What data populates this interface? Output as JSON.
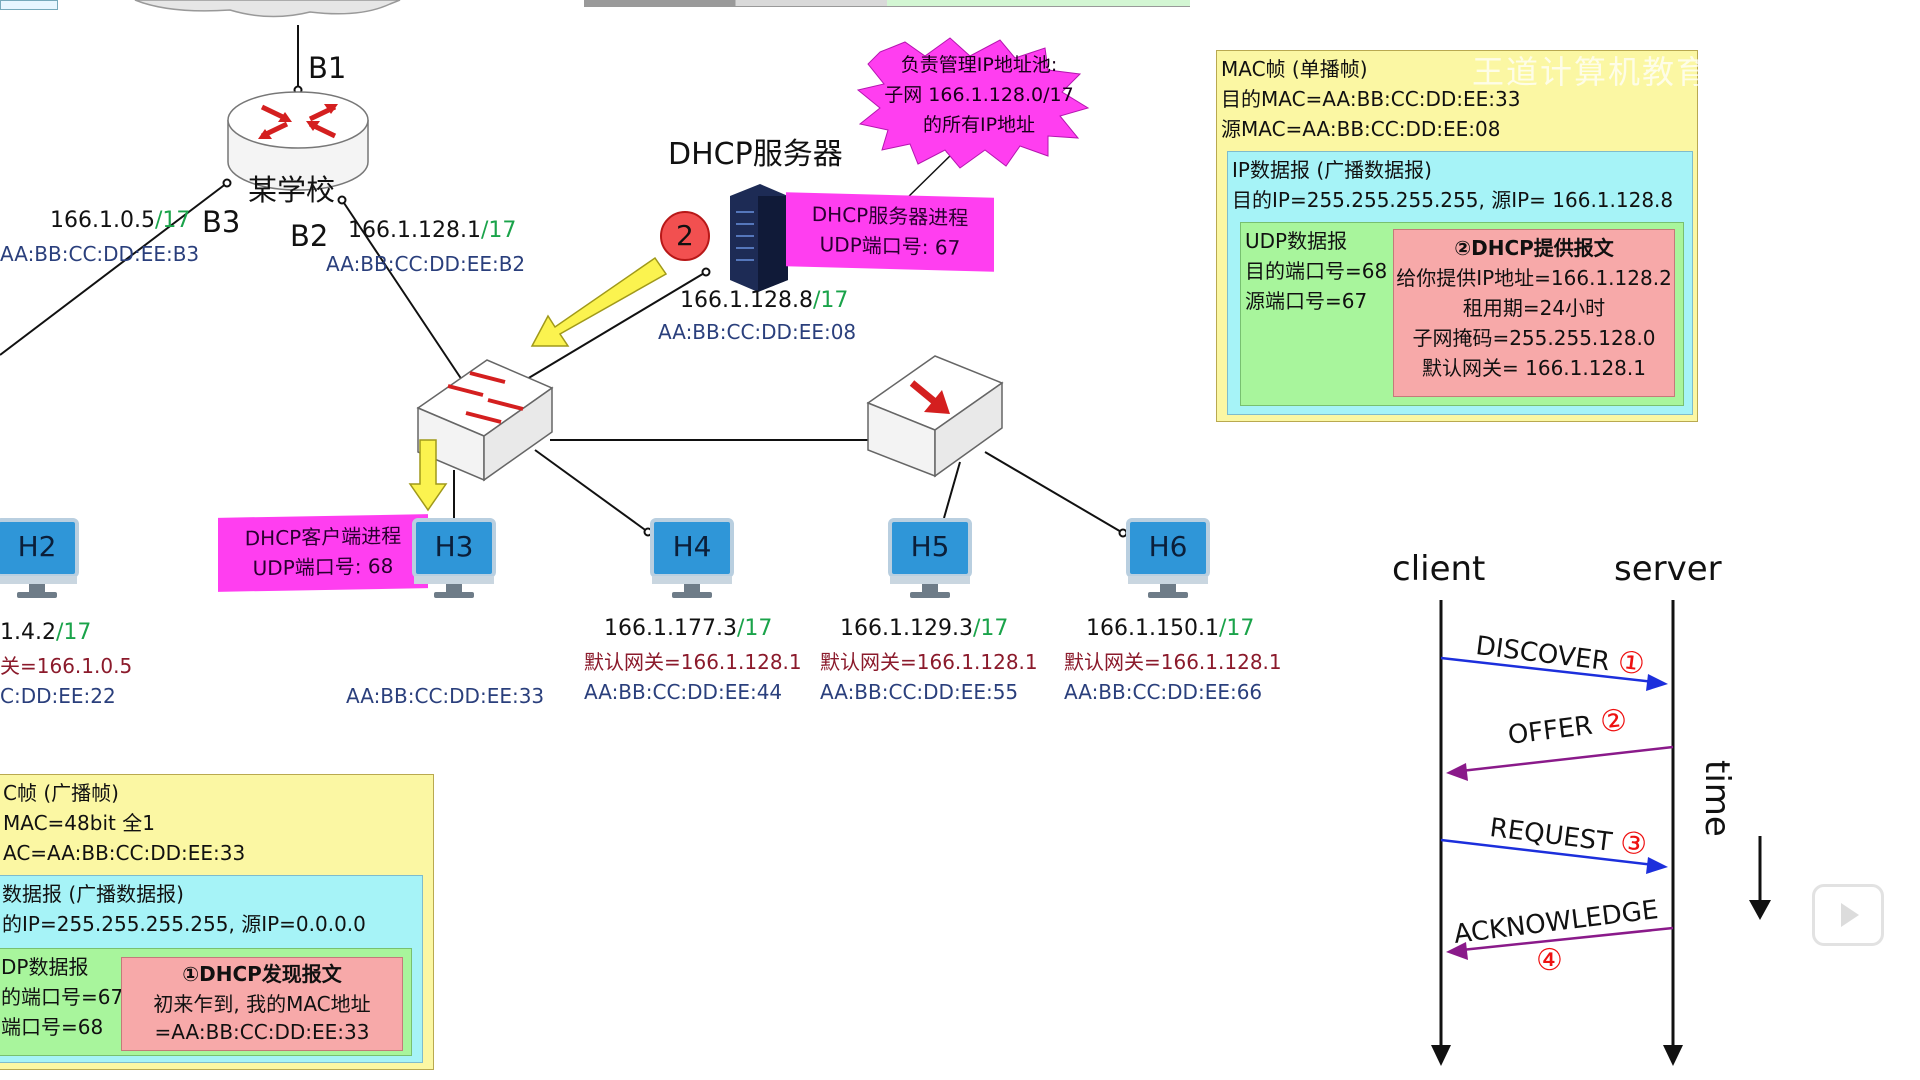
{
  "router": {
    "name": "某学校",
    "ports": {
      "b1": "B1",
      "b2": "B2",
      "b3": "B3"
    },
    "b3_ip": "166.1.0.5",
    "b3_mask": "/17",
    "b3_mac": "AA:BB:CC:DD:EE:B3",
    "b2_ip": "166.1.128.1",
    "b2_mask": "/17",
    "b2_mac": "AA:BB:CC:DD:EE:B2"
  },
  "server": {
    "title": "DHCP服务器",
    "burst_line1": "负责管理IP地址池:",
    "burst_line2": "子网 166.1.128.0/17",
    "burst_line3": "的所有IP地址",
    "process_line1": "DHCP服务器进程",
    "process_line2": "UDP端口号: 67",
    "ip": "166.1.128.8",
    "mask": "/17",
    "mac": "AA:BB:CC:DD:EE:08",
    "step_badge": "2"
  },
  "client_process": {
    "line1": "DHCP客户端进程",
    "line2": "UDP端口号: 68"
  },
  "hosts": {
    "h2": {
      "label": "H2",
      "ip": "1.4.2",
      "mask": "/17",
      "gw": "关=166.1.0.5",
      "mac": "C:DD:EE:22"
    },
    "h3": {
      "label": "H3",
      "mac": "AA:BB:CC:DD:EE:33"
    },
    "h4": {
      "label": "H4",
      "ip": "166.1.177.3",
      "mask": "/17",
      "gw": "默认网关=166.1.128.1",
      "mac": "AA:BB:CC:DD:EE:44"
    },
    "h5": {
      "label": "H5",
      "ip": "166.1.129.3",
      "mask": "/17",
      "gw": "默认网关=166.1.128.1",
      "mac": "AA:BB:CC:DD:EE:55"
    },
    "h6": {
      "label": "H6",
      "ip": "166.1.150.1",
      "mask": "/17",
      "gw": "默认网关=166.1.128.1",
      "mac": "AA:BB:CC:DD:EE:66"
    }
  },
  "offer_frame": {
    "mac_title": "MAC帧 (单播帧)",
    "dst_mac": "目的MAC=AA:BB:CC:DD:EE:33",
    "src_mac": "源MAC=AA:BB:CC:DD:EE:08",
    "ip_title": "IP数据报 (广播数据报)",
    "ip_line": "目的IP=255.255.255.255, 源IP= 166.1.128.8",
    "udp_title": "UDP数据报",
    "udp_dst": "目的端口号=68",
    "udp_src": "源端口号=67",
    "dhcp_title": "②DHCP提供报文",
    "dhcp_l1": "给你提供IP地址=166.1.128.2",
    "dhcp_l2": "租用期=24小时",
    "dhcp_l3": "子网掩码=255.255.128.0",
    "dhcp_l4": "默认网关= 166.1.128.1"
  },
  "discover_frame": {
    "mac_title": "C帧 (广播帧)",
    "dst_mac": "MAC=48bit 全1",
    "src_mac": "AC=AA:BB:CC:DD:EE:33",
    "ip_title": "数据报 (广播数据报)",
    "ip_line": "的IP=255.255.255.255, 源IP=0.0.0.0",
    "udp_title": "DP数据报",
    "udp_dst": "的端口号=67",
    "udp_src": "端口号=68",
    "dhcp_title": "①DHCP发现报文",
    "dhcp_l1": "初来乍到, 我的MAC地址",
    "dhcp_l2": "=AA:BB:CC:DD:EE:33"
  },
  "sequence": {
    "client": "client",
    "server": "server",
    "time": "time",
    "messages": [
      {
        "label": "DISCOVER",
        "num": "①"
      },
      {
        "label": "OFFER",
        "num": "②"
      },
      {
        "label": "REQUEST",
        "num": "③"
      },
      {
        "label": "ACKNOWLEDGE",
        "num": "④"
      }
    ]
  },
  "watermark": "王道计算机教育",
  "colors": {
    "magenta": "#ff3ef0",
    "yellow_frame": "#fbf7a3",
    "cyan_frame": "#a6f3f7",
    "green_frame": "#a8f59c",
    "red_frame": "#f7a9a9",
    "mac_blue": "#2a3f7c",
    "subnet_green": "#1aa34a",
    "gateway_red": "#8b1a2b"
  }
}
